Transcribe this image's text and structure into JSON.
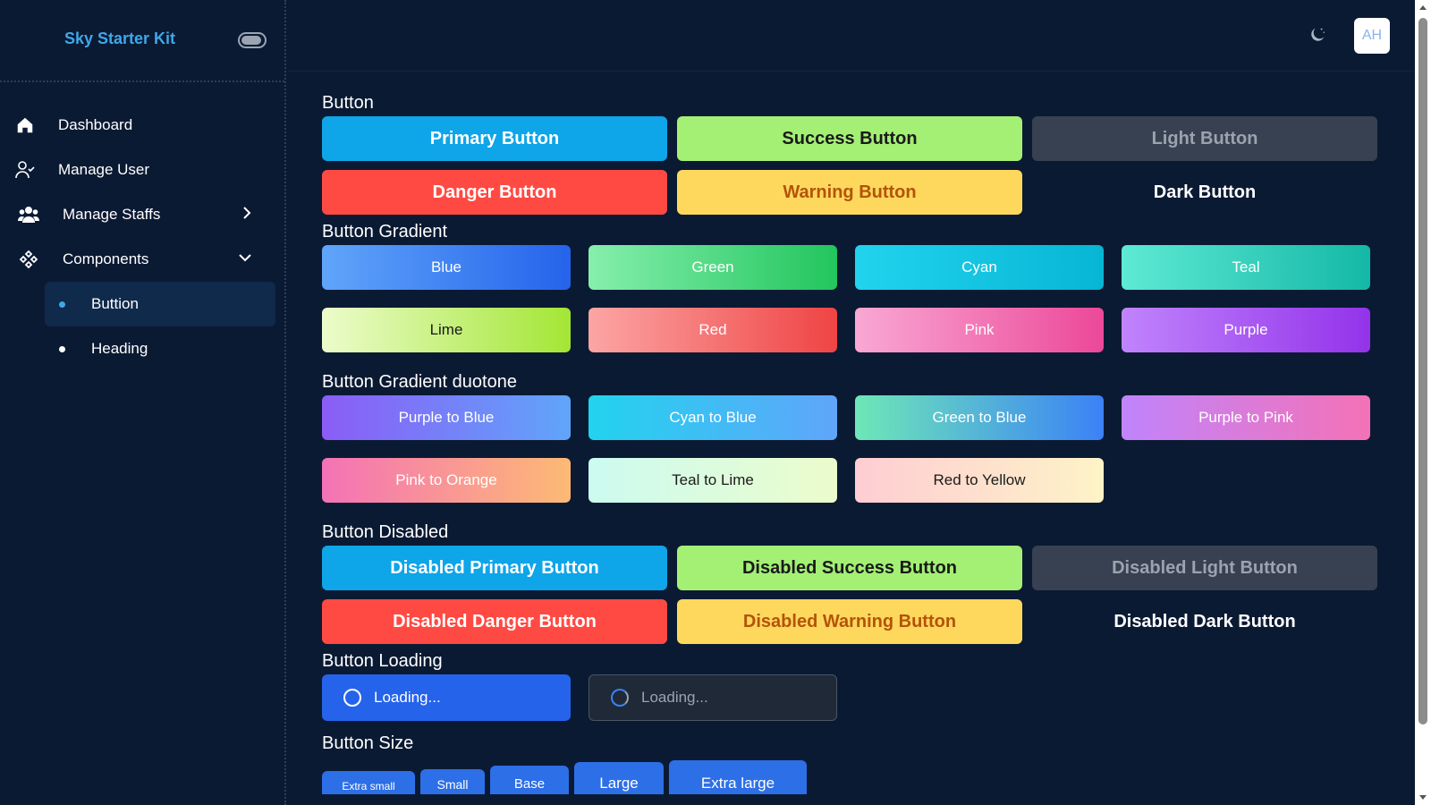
{
  "sidebar": {
    "brand": "Sky Starter Kit",
    "items": [
      {
        "label": "Dashboard",
        "icon": "home-icon"
      },
      {
        "label": "Manage User",
        "icon": "user-check-icon"
      },
      {
        "label": "Manage Staffs",
        "icon": "users-icon"
      },
      {
        "label": "Components",
        "icon": "components-icon"
      }
    ],
    "sub_items": [
      {
        "label": "Buttion",
        "active": true
      },
      {
        "label": "Heading",
        "active": false
      }
    ]
  },
  "header": {
    "avatar": "AH",
    "theme_icon": "moon-icon"
  },
  "sections": {
    "button": {
      "title": "Button",
      "buttons": [
        "Primary Button",
        "Success Button",
        "Light Button",
        "Danger Button",
        "Warning Button",
        "Dark Button"
      ]
    },
    "gradient": {
      "title": "Button Gradient",
      "buttons": [
        "Blue",
        "Green",
        "Cyan",
        "Teal",
        "Lime",
        "Red",
        "Pink",
        "Purple"
      ]
    },
    "duotone": {
      "title": "Button Gradient duotone",
      "buttons": [
        "Purple to Blue",
        "Cyan to Blue",
        "Green to Blue",
        "Purple to Pink",
        "Pink to Orange",
        "Teal to Lime",
        "Red to Yellow"
      ]
    },
    "disabled": {
      "title": "Button Disabled",
      "buttons": [
        "Disabled Primary Button",
        "Disabled Success Button",
        "Disabled Light Button",
        "Disabled Danger Button",
        "Disabled Warning Button",
        "Disabled Dark Button"
      ]
    },
    "loading": {
      "title": "Button Loading",
      "buttons": [
        "Loading...",
        "Loading..."
      ]
    },
    "size": {
      "title": "Button Size",
      "buttons": [
        "Extra small",
        "Small",
        "Base",
        "Large",
        "Extra large"
      ]
    }
  },
  "colors": {
    "primary": "#0ea5e9",
    "success": "#a3f075",
    "light": "#374151",
    "danger": "#ff4a43",
    "warning": "#fdd85d",
    "accent": "#3fa8e8"
  }
}
